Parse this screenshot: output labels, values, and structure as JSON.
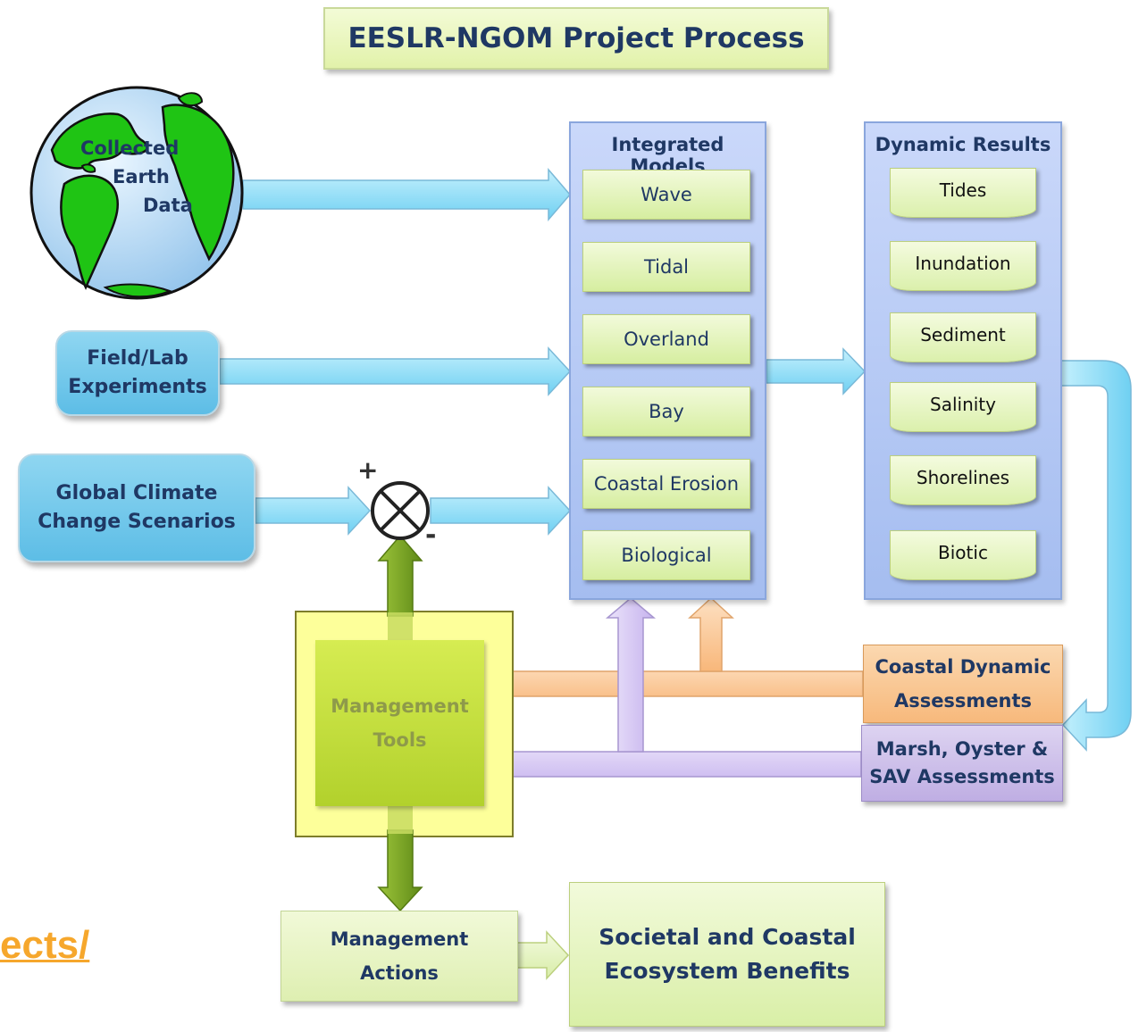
{
  "title": "EESLR-NGOM Project Process",
  "inputs": {
    "earth_data_lines": [
      "Collected",
      "Earth",
      "Data"
    ],
    "field_lab_lines": [
      "Field/Lab",
      "Experiments"
    ],
    "climate_lines": [
      "Global Climate",
      "Change Scenarios"
    ]
  },
  "summing_junction": {
    "plus": "+",
    "minus": "-"
  },
  "integrated_models": {
    "title": "Integrated Models",
    "items": [
      "Wave",
      "Tidal",
      "Overland",
      "Bay",
      "Coastal Erosion",
      "Biological"
    ]
  },
  "dynamic_results": {
    "title": "Dynamic Results",
    "items": [
      "Tides",
      "Inundation",
      "Sediment",
      "Salinity",
      "Shorelines",
      "Biotic"
    ]
  },
  "assessments": {
    "coastal_lines": [
      "Coastal Dynamic",
      "Assessments"
    ],
    "marsh_lines": [
      "Marsh, Oyster &",
      "SAV Assessments"
    ]
  },
  "management_tools_lines": [
    "Management",
    "Tools"
  ],
  "management_actions_lines": [
    "Management",
    "Actions"
  ],
  "benefits_lines": [
    "Societal and Coastal",
    "Ecosystem Benefits"
  ],
  "link_fragment": "ects/",
  "colors": {
    "title_text": "#1f3864",
    "blue_arrow": "#8ddff8",
    "orange_arrow": "#fbbf87",
    "purple_arrow": "#cdbdf0",
    "green_arrow": "#6e9a1c",
    "link": "#f6a72c"
  }
}
